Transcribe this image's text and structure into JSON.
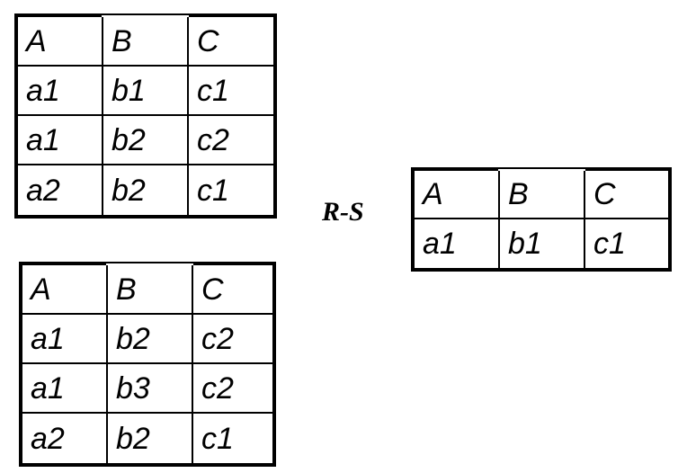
{
  "canvas": {
    "background_color": "#ffffff",
    "line_color": "#000000",
    "text_color": "#000000"
  },
  "operation": {
    "label": "R-S"
  },
  "tables": {
    "r": {
      "headers": [
        "A",
        "B",
        "C"
      ],
      "rows": [
        [
          "a1",
          "b1",
          "c1"
        ],
        [
          "a1",
          "b2",
          "c2"
        ],
        [
          "a2",
          "b2",
          "c1"
        ]
      ]
    },
    "s": {
      "headers": [
        "A",
        "B",
        "C"
      ],
      "rows": [
        [
          "a1",
          "b2",
          "c2"
        ],
        [
          "a1",
          "b3",
          "c2"
        ],
        [
          "a2",
          "b2",
          "c1"
        ]
      ]
    },
    "result": {
      "headers": [
        "A",
        "B",
        "C"
      ],
      "rows": [
        [
          "a1",
          "b1",
          "c1"
        ]
      ]
    }
  }
}
